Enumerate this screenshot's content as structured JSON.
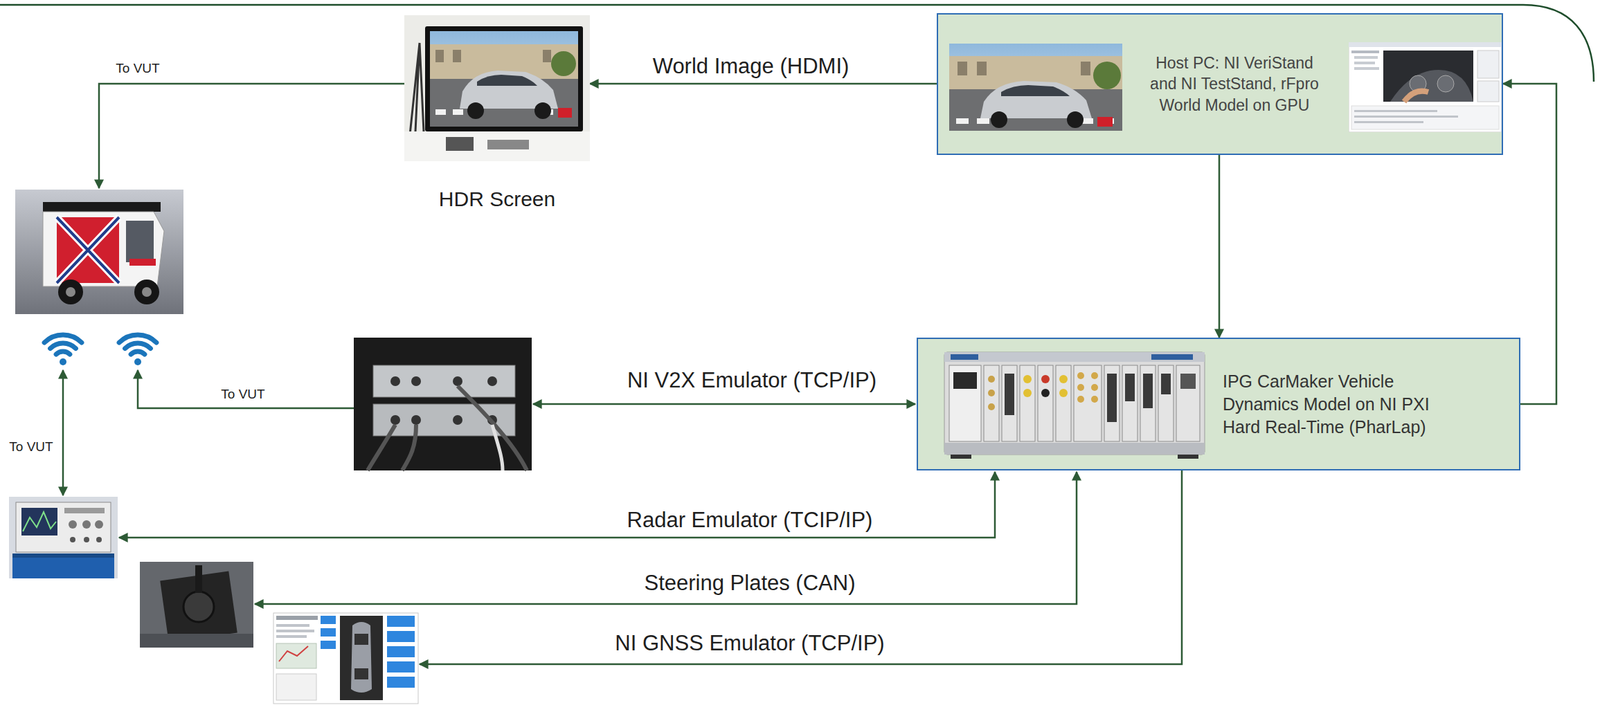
{
  "diagram": {
    "nodes": [
      {
        "text": [
          "HDR Screen"
        ]
      },
      {
        "text": [
          "Host PC: NI VeriStand and NI TestStand, rFpro World Model on GPU"
        ]
      },
      {
        "text": [
          "IPG CarMaker Vehicle Dynamics Model on NI PXI Hard Real-Time (PharLap)"
        ]
      }
    ],
    "edges": [
      {
        "from": 1,
        "to": 0,
        "label": "World Image (HDMI)",
        "arrow": "to"
      },
      {
        "from": 1,
        "to": 2,
        "arrow": "to"
      },
      {
        "from": 2,
        "to": 1,
        "arrow": "to"
      }
    ],
    "labels": [
      "To VUT",
      "NI V2X Emulator (TCP/IP)",
      "To VUT",
      "To VUT",
      "Radar Emulator (TCIP/IP)",
      "Steering Plates (CAN)",
      "NI GNSS Emulator (TCP/IP)"
    ]
  }
}
